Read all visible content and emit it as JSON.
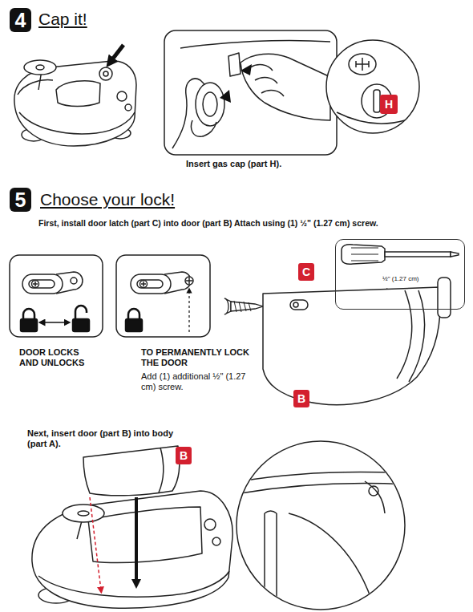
{
  "diagram": {
    "nodes": [
      {
        "text": [
          "4"
        ]
      },
      {
        "text": [
          "H"
        ]
      },
      {
        "text": [
          "5"
        ]
      },
      {
        "text": [
          "½\" (1.27 cm)"
        ]
      },
      {
        "text": [
          "C"
        ]
      },
      {
        "text": [
          "B"
        ]
      },
      {
        "text": [
          "B"
        ]
      }
    ],
    "labels": [
      "Cap it!",
      "Insert gas cap (part H).",
      "Choose your lock!",
      "First, install door latch (part C) into door (part B) Attach using (1) ½\" (1.27 cm) screw.",
      "DOOR LOCKS AND UNLOCKS",
      "TO PERMANENTLY LOCK THE DOOR",
      "Add (1) additional ½\" (1.27 cm) screw.",
      "Next, insert door (part B) into body (part A)."
    ]
  }
}
